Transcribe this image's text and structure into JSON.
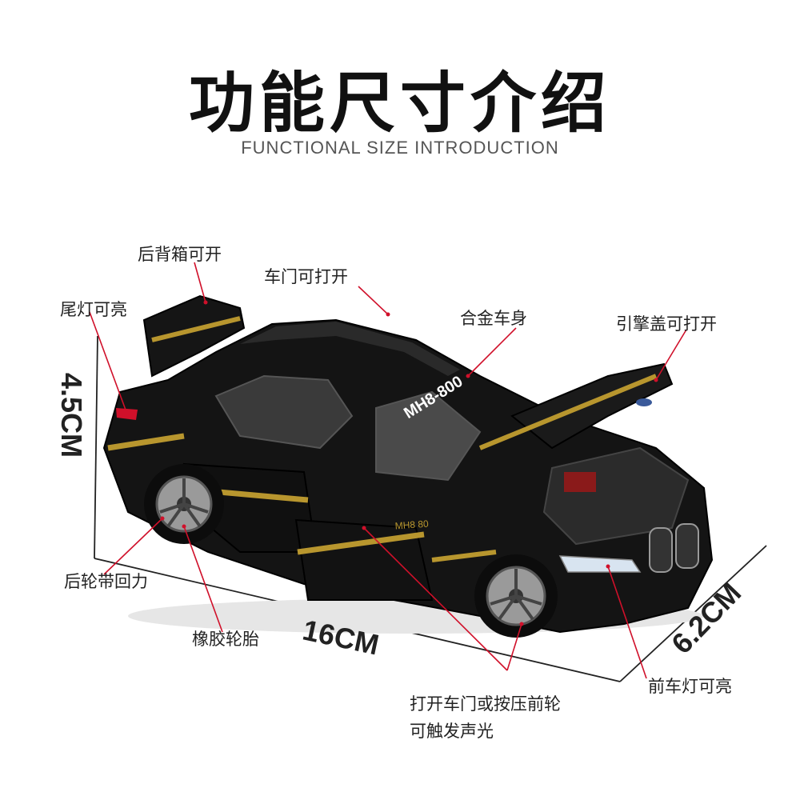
{
  "header": {
    "title": "功能尺寸介绍",
    "subtitle": "FUNCTIONAL SIZE INTRODUCTION"
  },
  "labels": {
    "trunk": "后背箱可开",
    "door": "车门可打开",
    "taillight": "尾灯可亮",
    "body": "合金车身",
    "hood": "引擎盖可打开",
    "pullback": "后轮带回力",
    "tire": "橡胶轮胎",
    "sound_line1": "打开车门或按压前轮",
    "sound_line2": "可触发声光",
    "headlight": "前车灯可亮"
  },
  "dimensions": {
    "height": "4.5CM",
    "length": "16CM",
    "width": "6.2CM"
  },
  "car": {
    "plate_text": "MH8-800",
    "door_text": "MH8 80"
  },
  "colors": {
    "car_body": "#111111",
    "stripe": "#b8962e",
    "pointer": "#d0102a",
    "text": "#222222"
  }
}
